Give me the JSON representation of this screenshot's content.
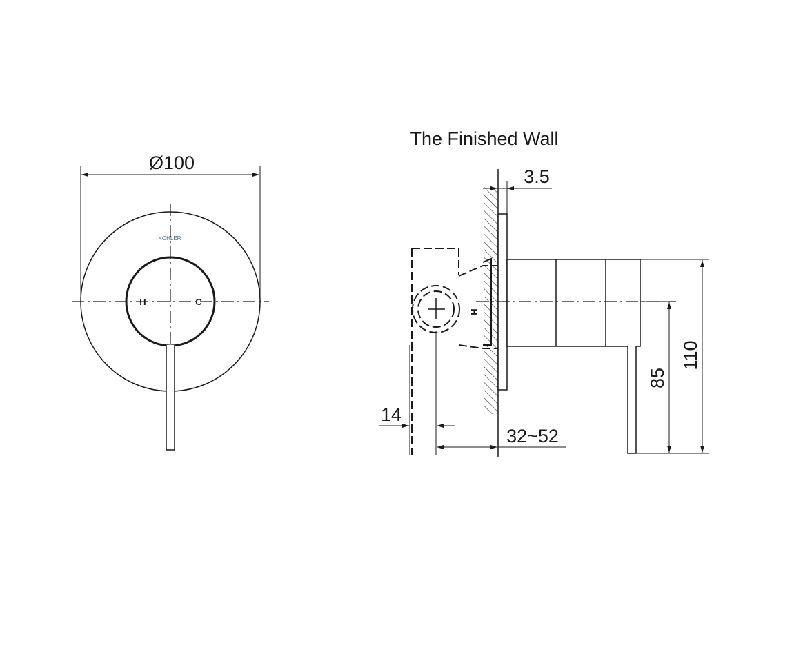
{
  "title": "The Finished Wall",
  "brand": "KOHLER",
  "front_view": {
    "diameter_label": "Ø100",
    "hot_mark": "H",
    "cold_mark": "C"
  },
  "side_view": {
    "plate_thickness_label": "3.5",
    "height_label": "110",
    "centre_height_label": "85",
    "valve_offset_label": "14",
    "wall_depth_label": "32~52",
    "valve_hot_mark": "H"
  },
  "colors": {
    "line": "#1a1a1a",
    "background": "#ffffff"
  }
}
